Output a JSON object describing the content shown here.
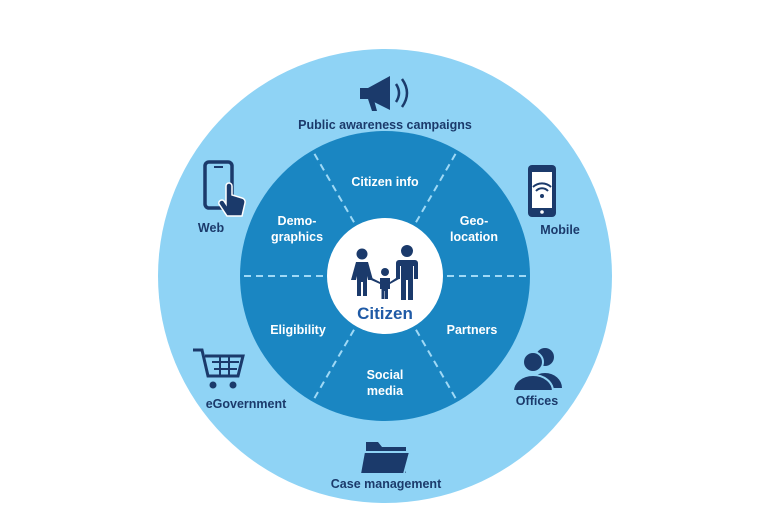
{
  "colors": {
    "outer_ring": "#8fd3f5",
    "inner_ring": "#1a86c2",
    "center": "#ffffff",
    "icon": "#1b3a6b",
    "center_text": "#1f5aa6",
    "divider": "#9fd9f6"
  },
  "center": {
    "label": "Citizen",
    "icon": "family-icon"
  },
  "inner_segments": [
    {
      "label": "Citizen info"
    },
    {
      "label": "Geo-\nlocation"
    },
    {
      "label": "Partners"
    },
    {
      "label": "Social\nmedia"
    },
    {
      "label": "Eligibility"
    },
    {
      "label": "Demo-\ngraphics"
    }
  ],
  "outer_items": [
    {
      "label": "Public awareness campaigns",
      "icon": "megaphone-icon"
    },
    {
      "label": "Mobile",
      "icon": "mobile-phone-icon"
    },
    {
      "label": "Offices",
      "icon": "people-icon"
    },
    {
      "label": "Case management",
      "icon": "folder-icon"
    },
    {
      "label": "eGovernment",
      "icon": "shopping-cart-icon"
    },
    {
      "label": "Web",
      "icon": "touch-tablet-icon"
    }
  ]
}
